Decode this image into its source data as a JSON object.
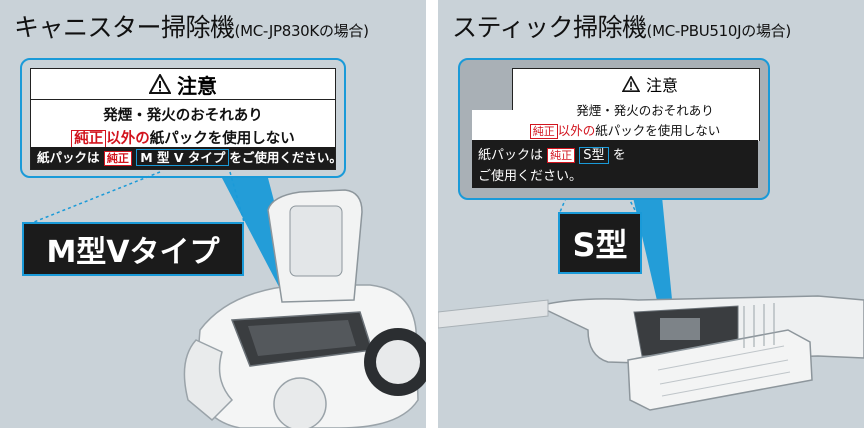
{
  "left": {
    "title": "キャニスター掃除機",
    "title_sub": "(MC-JP830Kの場合)",
    "label": {
      "caution": "注意",
      "line1": "発煙・発火のおそれあり",
      "genuine": "純正",
      "line2_red": "以外の",
      "line2_rest": "紙パックを使用しない",
      "bar_pre": "紙パックは",
      "bar_genuine": "純正",
      "bar_type": "M 型 V タイプ",
      "bar_post": "をご使用ください。"
    },
    "callout": "M型Vタイプ"
  },
  "right": {
    "title": "スティック掃除機",
    "title_sub": "(MC-PBU510Jの場合)",
    "label": {
      "caution": "注意",
      "line1": "発煙・発火のおそれあり",
      "genuine": "純正",
      "line2_red": "以外の",
      "line2_rest": "紙パックを使用しない",
      "bar_pre": "紙パックは",
      "bar_genuine": "純正",
      "bar_type": "S型",
      "bar_post": "を",
      "bar_line2": "ご使用ください。"
    },
    "callout": "S型"
  },
  "colors": {
    "accent": "#1a9ad8",
    "warning_red": "#d2141e",
    "panel_bg": "#c9d2d8",
    "bar_black": "#1b1b1b"
  },
  "icons": [
    "warning-triangle-icon"
  ]
}
